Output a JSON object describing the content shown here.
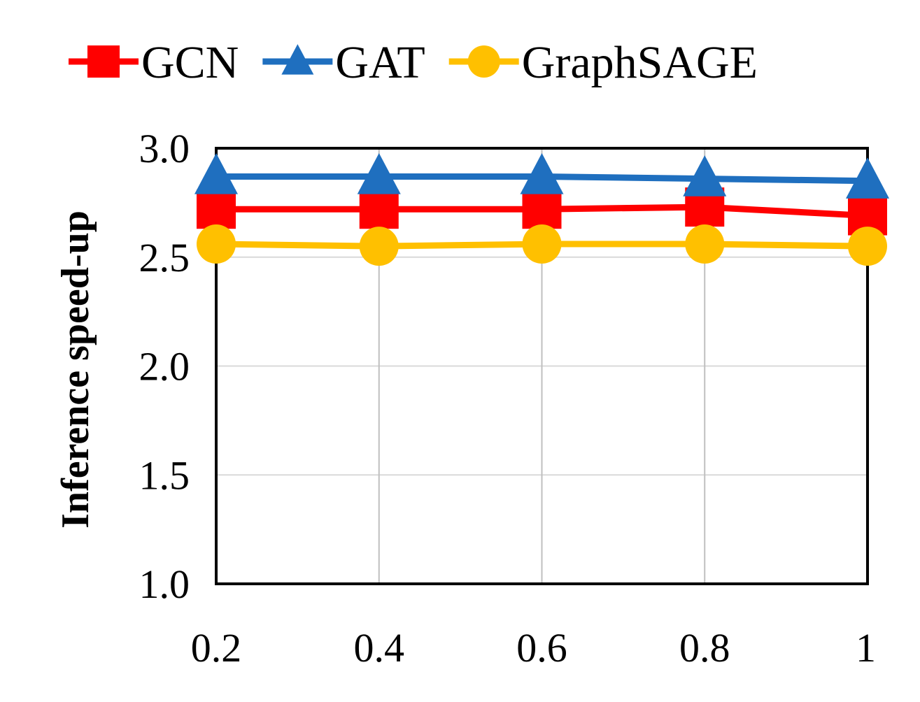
{
  "chart_data": {
    "type": "line",
    "title": "",
    "xlabel": "",
    "ylabel": "Inference speed-up",
    "x": [
      "0.2",
      "0.4",
      "0.6",
      "0.8",
      "1"
    ],
    "ylim": [
      1.0,
      3.0
    ],
    "yticks": [
      "1.0",
      "1.5",
      "2.0",
      "2.5",
      "3.0"
    ],
    "grid": true,
    "legend_position": "top",
    "series": [
      {
        "name": "GCN",
        "color": "#ff0000",
        "marker": "square",
        "values": [
          2.72,
          2.72,
          2.72,
          2.73,
          2.69
        ]
      },
      {
        "name": "GAT",
        "color": "#1f6fbf",
        "marker": "triangle",
        "values": [
          2.87,
          2.87,
          2.87,
          2.86,
          2.85
        ]
      },
      {
        "name": "GraphSAGE",
        "color": "#ffc000",
        "marker": "circle",
        "values": [
          2.56,
          2.55,
          2.56,
          2.56,
          2.55
        ]
      }
    ]
  }
}
